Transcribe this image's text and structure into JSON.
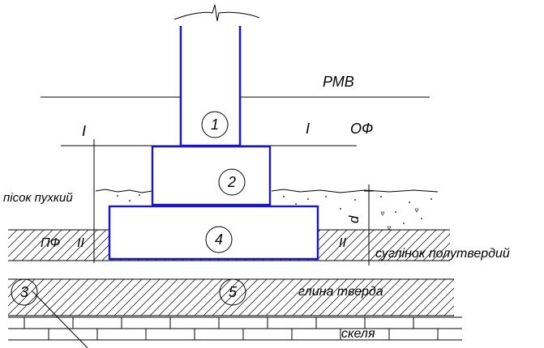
{
  "labels": {
    "rmv": "РМВ",
    "of": "ОФ",
    "pf": "ПФ",
    "level_I_left": "I",
    "level_I_right": "I",
    "level_II_left": "II",
    "level_II_right": "II",
    "depth": "d"
  },
  "layers": {
    "pisok": "пісок пухкий",
    "suglinok": "суглінок полутвердий",
    "hlyna": "глина тверда",
    "skelia": "скеля"
  },
  "markers": {
    "m1": "1",
    "m2": "2",
    "m3": "3",
    "m4": "4",
    "m5": "5"
  },
  "colors": {
    "foundation_outline": "#1a17c9",
    "lines": "#000000"
  }
}
